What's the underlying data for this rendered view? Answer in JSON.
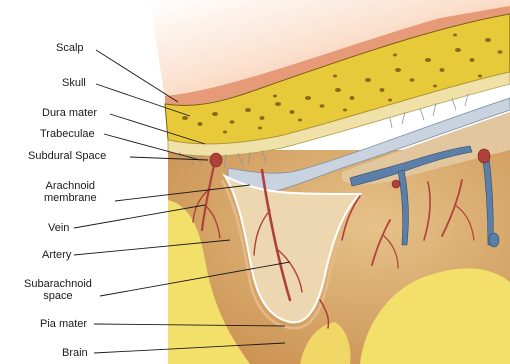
{
  "labels": {
    "scalp": "Scalp",
    "skull": "Skull",
    "dura_mater": "Dura mater",
    "trabeculae": "Trabeculae",
    "subdural_space": "Subdural Space",
    "arachnoid_line1": "Arachnoid",
    "arachnoid_line2": "membrane",
    "vein": "Vein",
    "artery": "Artery",
    "subarachnoid_line1": "Subarachnoid",
    "subarachnoid_line2": "space",
    "pia_mater": "Pia mater",
    "brain": "Brain"
  },
  "colors": {
    "scalp": "#f2b58c",
    "skull": "#e8c93a",
    "skull_pores": "#8a6a1a",
    "dura": "#e9d99a",
    "arachnoid": "#c9d3df",
    "subarachnoid": "#e8cfa6",
    "brain_surface": "#d8a969",
    "brain_deep": "#f3e06b",
    "artery": "#b0413a",
    "vein": "#5b7fa8"
  }
}
